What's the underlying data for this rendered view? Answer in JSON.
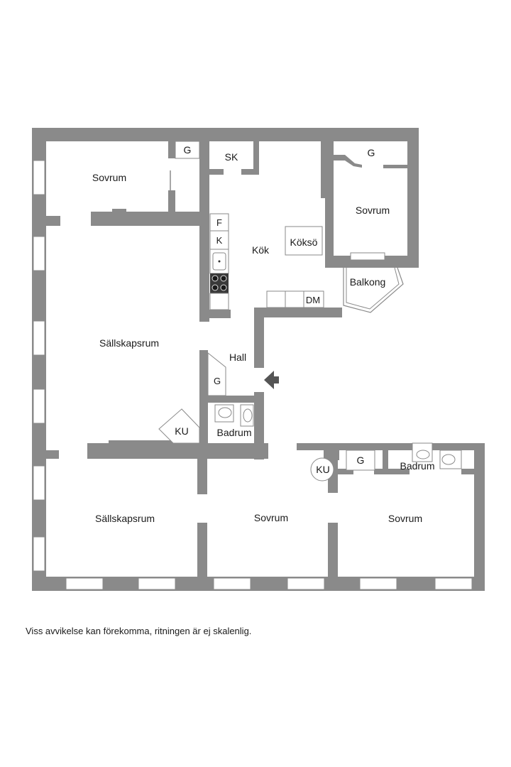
{
  "colors": {
    "wall": "#8a8a8a",
    "background": "#ffffff",
    "text": "#1a1a1a"
  },
  "rooms": {
    "sovrum_nw": "Sovrum",
    "g_nw": "G",
    "sk": "SK",
    "g_ne": "G",
    "sovrum_ne": "Sovrum",
    "kok": "Kök",
    "koksö": "Köksö",
    "f": "F",
    "k": "K",
    "balkong": "Balkong",
    "dm": "DM",
    "sallskapsrum_w": "Sällskapsrum",
    "hall": "Hall",
    "g_hall": "G",
    "ku_w": "KU",
    "badrum_center": "Badrum",
    "ku_e": "KU",
    "g_se": "G",
    "badrum_se": "Badrum",
    "sallskapsrum_sw": "Sällskapsrum",
    "sovrum_s": "Sovrum",
    "sovrum_se": "Sovrum"
  },
  "icons": {
    "entrance": "entrance-arrow-icon"
  },
  "disclaimer": "Viss avvikelse kan förekomma, ritningen är ej skalenlig."
}
